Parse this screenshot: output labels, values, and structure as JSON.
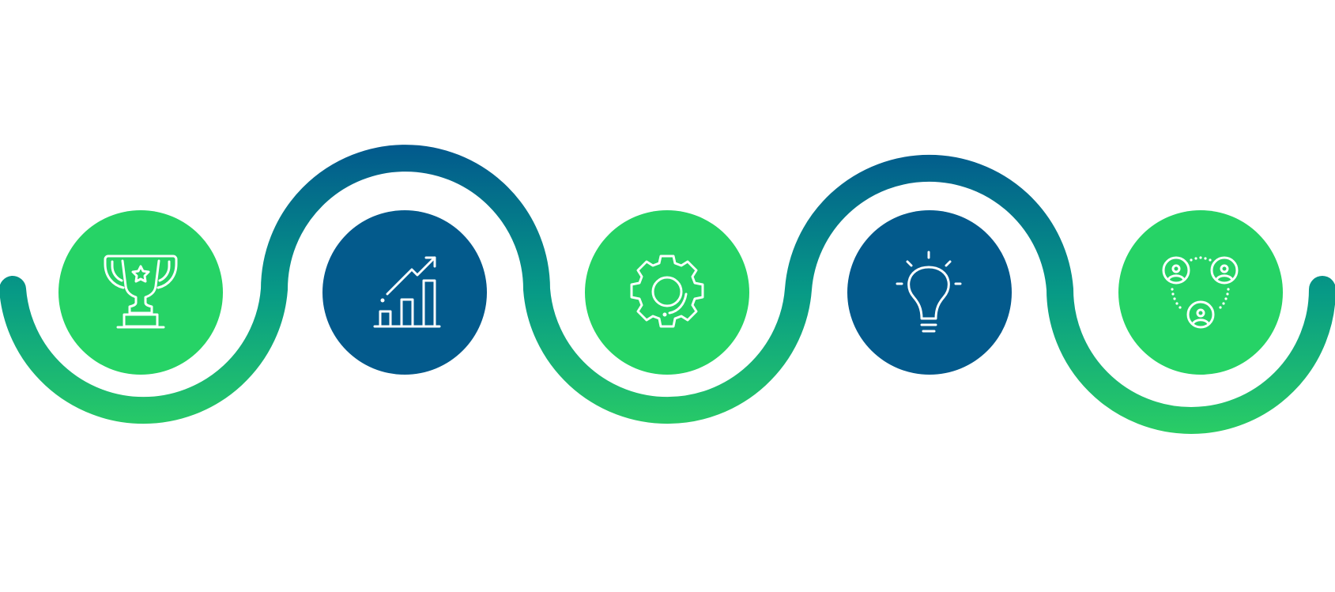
{
  "colors": {
    "background": "#ffffff",
    "green": "#26d366",
    "navy": "#035a8c",
    "teal": "#0a9a86",
    "icon": "#ffffff",
    "path_top": "#02598d",
    "path_mid": "#079a86",
    "path_bottom": "#2bcf64"
  },
  "steps": [
    {
      "icon": "trophy-icon",
      "fill": "green"
    },
    {
      "icon": "growth-chart-icon",
      "fill": "navy"
    },
    {
      "icon": "gear-icon",
      "fill": "green"
    },
    {
      "icon": "lightbulb-icon",
      "fill": "navy"
    },
    {
      "icon": "team-network-icon",
      "fill": "green"
    }
  ]
}
